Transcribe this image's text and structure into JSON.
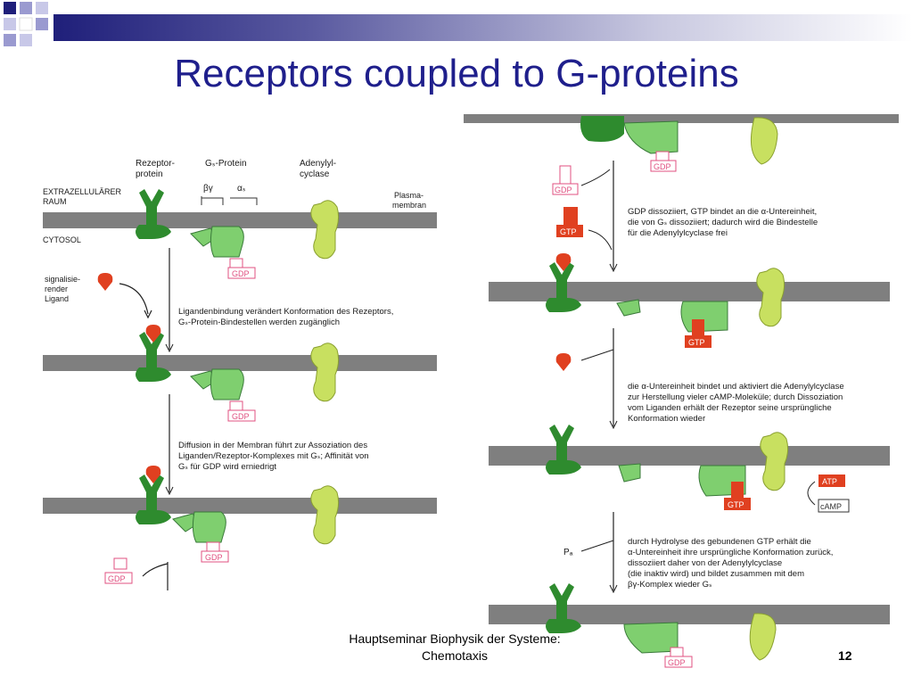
{
  "title": "Receptors coupled to G-proteins",
  "footer": {
    "line1": "Hauptseminar Biophysik der Systeme:",
    "line2": "Chemotaxis",
    "page_number": "12"
  },
  "left_panel": {
    "receptor_label": [
      "Rezeptor-",
      "protein"
    ],
    "gs_label": "Gₛ-Protein",
    "beta_gamma": "βγ",
    "alpha_s": "αₛ",
    "adenylyl_label": [
      "Adenylyl-",
      "cyclase"
    ],
    "extracellular": [
      "EXTRAZELLULÄRER",
      "RAUM"
    ],
    "membrane": [
      "Plasma-",
      "membran"
    ],
    "cytosol": "CYTOSOL",
    "ligand": [
      "signalisie-",
      "render",
      "Ligand"
    ],
    "step1": [
      "Ligandenbindung verändert Konformation des Rezeptors,",
      "Gₛ-Protein-Bindestellen werden zugänglich"
    ],
    "step2": [
      "Diffusion in der Membran führt zur Assoziation des",
      "Liganden/Rezeptor-Komplexes mit Gₛ; Affinität von",
      "Gₛ für GDP wird erniedrigt"
    ]
  },
  "right_panel": {
    "step3": [
      "GDP dissoziiert, GTP bindet an die α-Untereinheit,",
      "die von Gₛ dissoziiert; dadurch wird die Bindestelle",
      "für die Adenylylcyclase frei"
    ],
    "step4": [
      "die α-Untereinheit bindet und aktiviert die Adenylylcyclase",
      "zur Herstellung vieler cAMP-Moleküle; durch Dissoziation",
      "vom Liganden erhält der Rezeptor seine ursprüngliche",
      "Konformation wieder"
    ],
    "step5": [
      "durch Hydrolyse des gebundenen GTP erhält die",
      "α-Untereinheit ihre ursprüngliche Konformation zurück,",
      "dissoziiert daher von der Adenylylcyclase",
      "(die inaktiv wird) und bildet zusammen mit dem",
      "βγ-Komplex wieder Gₛ"
    ],
    "pa": "Pₐ"
  },
  "molecules": {
    "gdp": "GDP",
    "gtp": "GTP",
    "atp": "ATP",
    "camp": "cAMP"
  },
  "colors": {
    "title": "#1f1f8c",
    "membrane": "#7f7f7f",
    "receptor": "#2e8b2e",
    "gprotein": "#7fcf6f",
    "adenylyl": "#c8e060",
    "gdp": "#e05080",
    "gtp": "#e04020",
    "ligand": "#e04020"
  }
}
